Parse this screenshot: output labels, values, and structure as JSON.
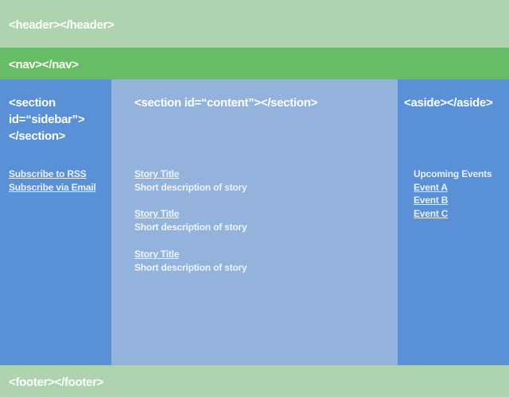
{
  "header": {
    "label": "<header></header>",
    "color": "#aed3ae"
  },
  "nav": {
    "label": "<nav></nav>",
    "color": "#66bd66"
  },
  "sidebar": {
    "label": "<section id=“sidebar”></section>",
    "label_lines": [
      "<section",
      "id=“sidebar”>",
      "</section>"
    ],
    "color": "#5a91d6",
    "links": [
      "Subscribe to RSS",
      "Subscribe via Email"
    ]
  },
  "content": {
    "label": "<section id=“content”></section>",
    "color": "#93b3dc",
    "stories": [
      {
        "title": "Story Title",
        "description": "Short description of story"
      },
      {
        "title": "Story Title",
        "description": "Short description of story"
      },
      {
        "title": "Story Title",
        "description": "Short description of story"
      }
    ]
  },
  "aside": {
    "label": "<aside></aside>",
    "color": "#5a91d6",
    "events_heading": "Upcoming Events",
    "events": [
      "Event A",
      "Event B",
      "Event C"
    ]
  },
  "footer": {
    "label": "<footer></footer>",
    "color": "#aed3ae"
  }
}
